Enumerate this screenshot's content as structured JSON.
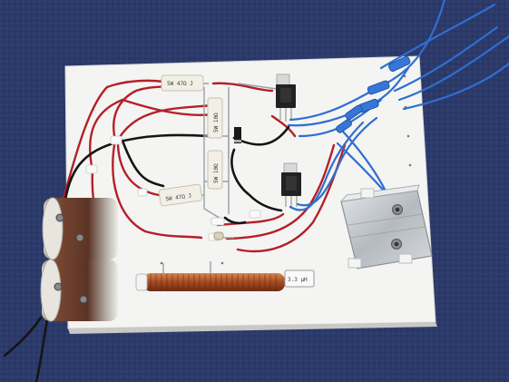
{
  "photo": {
    "subject": "breadboard-power-circuit",
    "colors": {
      "carpet": "#2c3a6a",
      "board": "#f4f4f2",
      "wire_red": "#b3202a",
      "wire_black": "#151515",
      "wire_blue": "#2f6fd0",
      "coil_copper": "#b4562a",
      "capacitor_body": "#6a3a2a",
      "heatsink": "#c9cdd2"
    }
  },
  "labels": {
    "resistor_top": "5W 47Ω J",
    "resistor_mid1": "5W 10Ω",
    "resistor_mid2": "5W 10Ω",
    "resistor_bottom": "5W 47Ω J",
    "coil_tag": "3.3 μH"
  }
}
